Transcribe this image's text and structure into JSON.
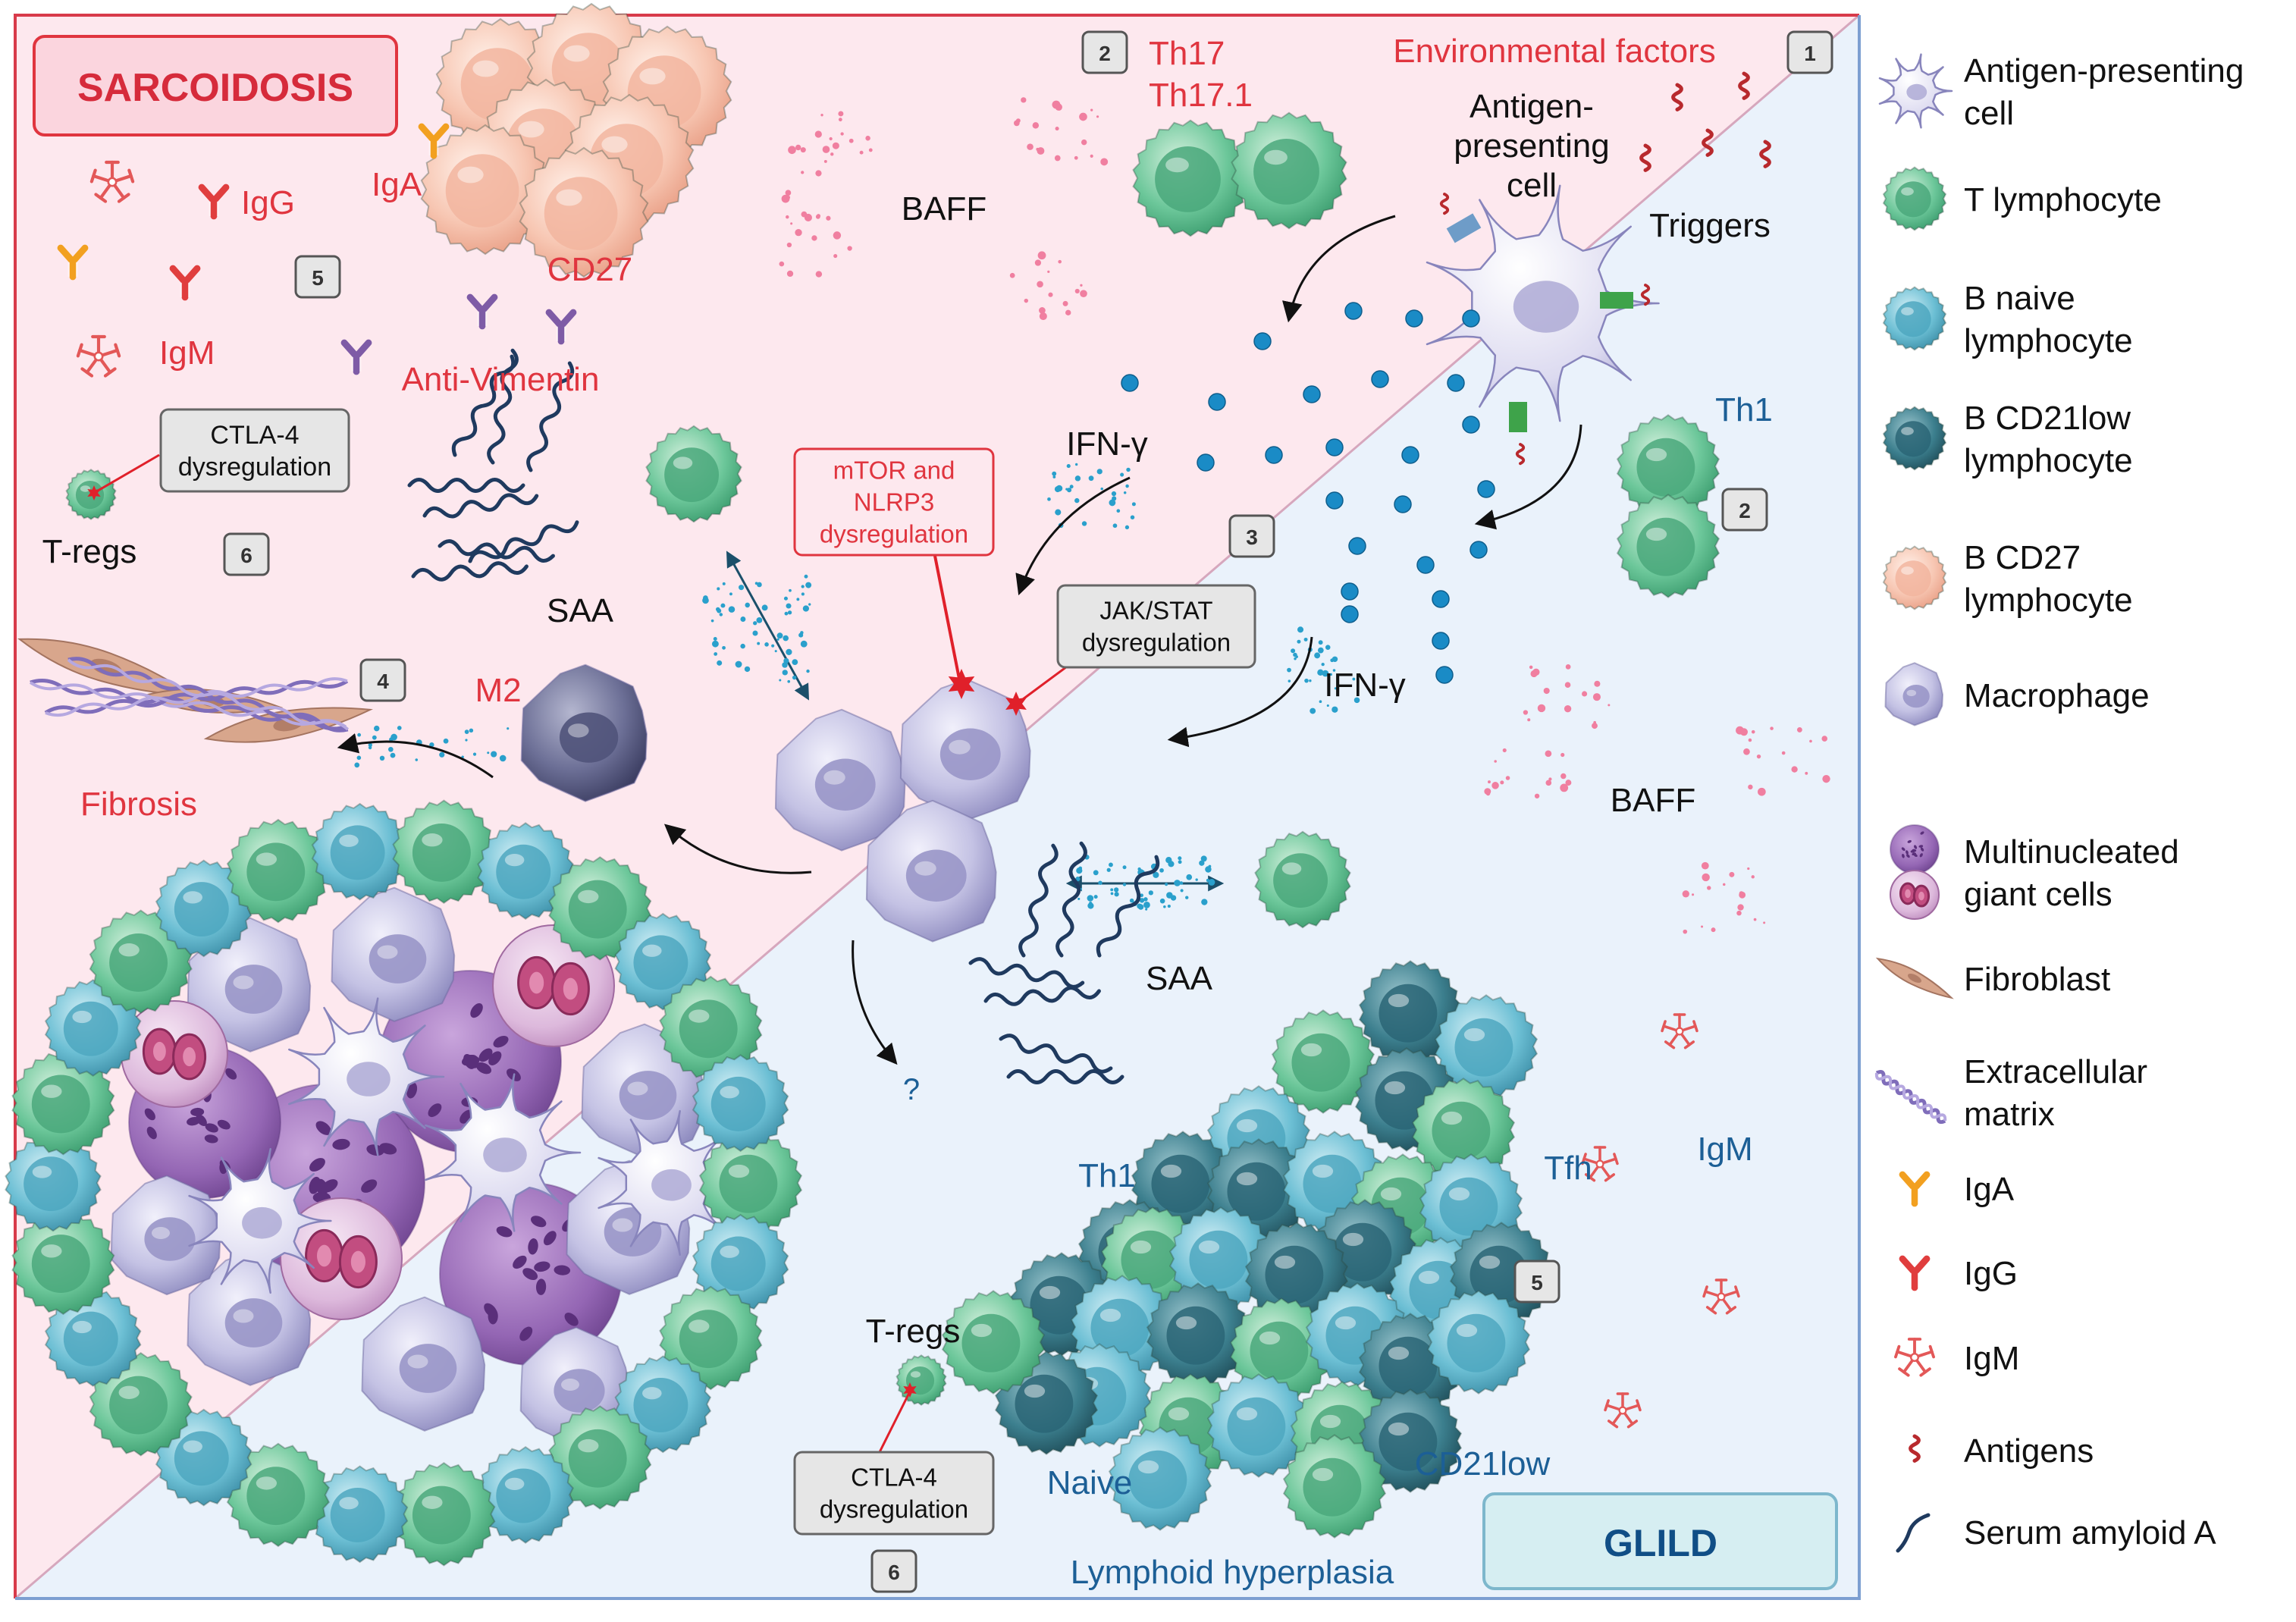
{
  "colors": {
    "sarcoidosis_bg": "#fde8ee",
    "glild_bg": "#eaf2fb",
    "border_red": "#d83a4a",
    "border_blue": "#7d9fd1",
    "red_text": "#e0353f",
    "blue_text": "#1c5f96",
    "t_cell": "#5fbf8e",
    "b_naive": "#62b8cf",
    "b_cd21low": "#2e7383",
    "b_cd27": "#f4b9a4",
    "macrophage": "#b7b4d9",
    "giant_cell": "#8d5aa6",
    "fibroblast": "#d6a48a",
    "ecm": "#8d7cc4",
    "iga": "#f2a020",
    "igg": "#e03e3e",
    "igm": "#e35858",
    "antigen": "#b8292d",
    "saa": "#1f3a5f",
    "baff_dots": "#f07fa0",
    "ifn_dots": "#1f8fc7"
  },
  "sarcoidosis": {
    "title": "SARCOIDOSIS",
    "environmental_factors": "Environmental factors",
    "antigen_presenting_cell": [
      "Antigen-",
      "presenting",
      "cell"
    ],
    "triggers": "Triggers",
    "th17": "Th17",
    "th17_1": "Th17.1",
    "baff": "BAFF",
    "igg": "IgG",
    "iga": "IgA",
    "igm": "IgM",
    "cd27": "CD27",
    "anti_vimentin": "Anti-Vimentin",
    "ctla4": [
      "CTLA-4",
      "dysregulation"
    ],
    "t_regs": "T-regs",
    "saa": "SAA",
    "m2": "M2",
    "fibrosis": "Fibrosis",
    "ifn_gamma": "IFN-γ",
    "mtor": [
      "mTOR and",
      "NLRP3",
      "dysregulation"
    ],
    "jakstat": [
      "JAK/STAT",
      "dysregulation"
    ]
  },
  "glild": {
    "title": "GLILD",
    "th1_upper": "Th1",
    "ifn_gamma": "IFN-γ",
    "baff": "BAFF",
    "saa": "SAA",
    "question": "?",
    "igm": "IgM",
    "tfh": "Tfh",
    "th1": "Th1",
    "naive": "Naive",
    "cd21low": "CD21low",
    "t_regs": "T-regs",
    "ctla4": [
      "CTLA-4",
      "dysregulation"
    ],
    "lymphoid_hyperplasia": "Lymphoid hyperplasia"
  },
  "steps": {
    "s1": "1",
    "s2a": "2",
    "s2b": "2",
    "s3": "3",
    "s4": "4",
    "s5a": "5",
    "s5b": "5",
    "s6a": "6",
    "s6b": "6"
  },
  "legend": [
    {
      "icon": "antigen-presenting-cell-icon",
      "lines": [
        "Antigen-presenting",
        "cell"
      ]
    },
    {
      "icon": "t-lymphocyte-icon",
      "lines": [
        "T lymphocyte"
      ]
    },
    {
      "icon": "b-naive-lymphocyte-icon",
      "lines": [
        "B naive",
        "lymphocyte"
      ]
    },
    {
      "icon": "b-cd21low-lymphocyte-icon",
      "lines": [
        "B CD21low",
        "lymphocyte"
      ]
    },
    {
      "icon": "b-cd27-lymphocyte-icon",
      "lines": [
        "B CD27",
        "lymphocyte"
      ]
    },
    {
      "icon": "macrophage-icon",
      "lines": [
        "Macrophage"
      ]
    },
    {
      "icon": "multinucleated-giant-cells-icon",
      "lines": [
        "Multinucleated",
        "giant cells"
      ]
    },
    {
      "icon": "fibroblast-icon",
      "lines": [
        "Fibroblast"
      ]
    },
    {
      "icon": "extracellular-matrix-icon",
      "lines": [
        "Extracellular",
        "matrix"
      ]
    },
    {
      "icon": "iga-icon",
      "lines": [
        "IgA"
      ]
    },
    {
      "icon": "igg-icon",
      "lines": [
        "IgG"
      ]
    },
    {
      "icon": "igm-icon",
      "lines": [
        "IgM"
      ]
    },
    {
      "icon": "antigens-icon",
      "lines": [
        "Antigens"
      ]
    },
    {
      "icon": "serum-amyloid-a-icon",
      "lines": [
        "Serum amyloid A"
      ]
    }
  ]
}
